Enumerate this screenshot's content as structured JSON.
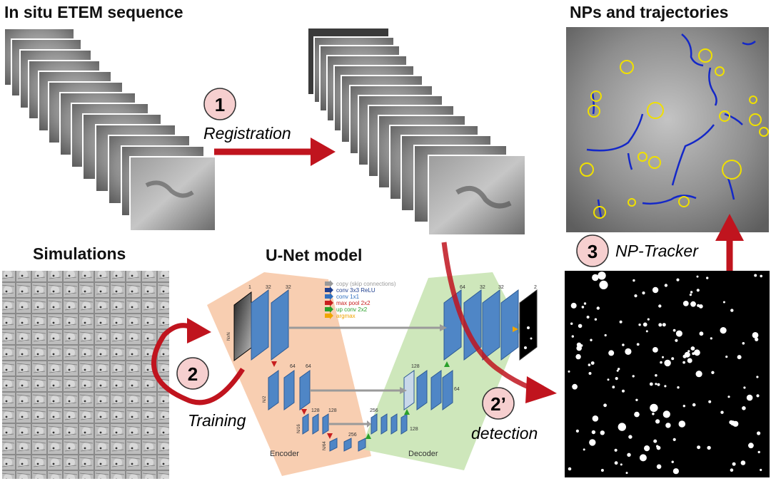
{
  "titles": {
    "etem": "In situ ETEM sequence",
    "nps": "NPs and trajectories",
    "sim": "Simulations",
    "unet": "U-Net model"
  },
  "steps": {
    "s1": {
      "num": "1",
      "label": "Registration"
    },
    "s2": {
      "num": "2",
      "label": "Training"
    },
    "s2p": {
      "num": "2’",
      "label": "detection"
    },
    "s3": {
      "num": "3",
      "label": "NP-Tracker"
    }
  },
  "unet": {
    "encoder": "Encoder",
    "decoder": "Decoder",
    "legend": [
      {
        "text": "copy (skip connections)",
        "color": "#9a9a9a"
      },
      {
        "text": "conv 3x3 ReLU",
        "color": "#1f3f8f"
      },
      {
        "text": "conv 1x1",
        "color": "#2f6fbf"
      },
      {
        "text": "max pool 2x2",
        "color": "#c81e1e"
      },
      {
        "text": "up conv 2x2",
        "color": "#2aa02a"
      },
      {
        "text": "argmax",
        "color": "#f0a500"
      }
    ],
    "channels": {
      "in": "1",
      "e1a": "32",
      "e1b": "32",
      "e2a": "64",
      "e2b": "64",
      "e3a": "128",
      "e3b": "128",
      "b1": "256",
      "d3a": "256",
      "d3b": "128",
      "d2a": "128",
      "d2b": "64",
      "d1a": "64",
      "d1b": "32",
      "d1c": "32",
      "out": "2"
    },
    "sizes": {
      "n": "NxN",
      "n2": "N/2",
      "n4": "N/16",
      "n8": "N/64"
    }
  },
  "colors": {
    "arrow": "#c0141e",
    "step_fill": "#f6cfcf",
    "encoder_fill": "#f7c9a8",
    "decoder_fill": "#c9e4b4",
    "block": "#4f86c6",
    "trajectory": "#1428c8",
    "np_ring": "#f0e000"
  }
}
